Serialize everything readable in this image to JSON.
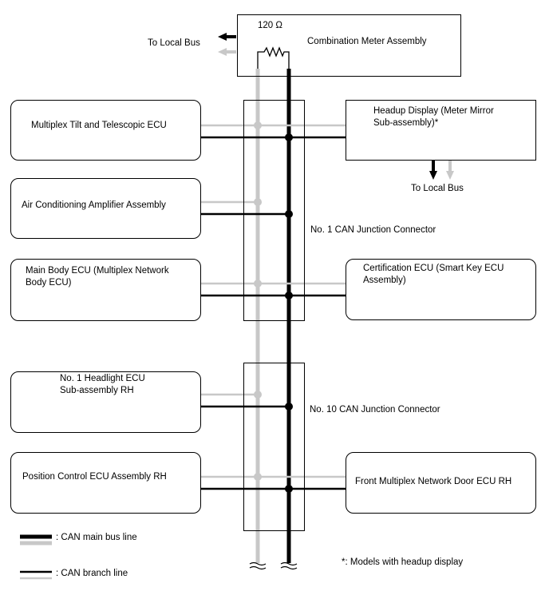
{
  "meter": {
    "label": "Combination Meter Assembly",
    "resistor": "120 Ω"
  },
  "to_local_bus_top": "To Local Bus",
  "to_local_bus_right": "To Local Bus",
  "ecus": {
    "tilt": "Multiplex Tilt and Telescopic ECU",
    "ac": "Air Conditioning Amplifier Assembly",
    "body": "Main Body ECU (Multiplex Network\nBody ECU)",
    "headlight": "No. 1 Headlight ECU\nSub-assembly RH",
    "position": "Position Control ECU Assembly RH",
    "hud": "Headup Display (Meter Mirror\nSub-assembly)*",
    "cert": "Certification ECU (Smart Key ECU\nAssembly)",
    "door": "Front Multiplex Network Door ECU RH"
  },
  "junctions": {
    "jc1": "No. 1 CAN Junction Connector",
    "jc10": "No. 10 CAN Junction Connector"
  },
  "legend": {
    "main": ": CAN main bus line",
    "branch": ": CAN branch line"
  },
  "footnote": "*: Models with headup display",
  "colors": {
    "high": "#000000",
    "low": "#c8c8c8"
  }
}
